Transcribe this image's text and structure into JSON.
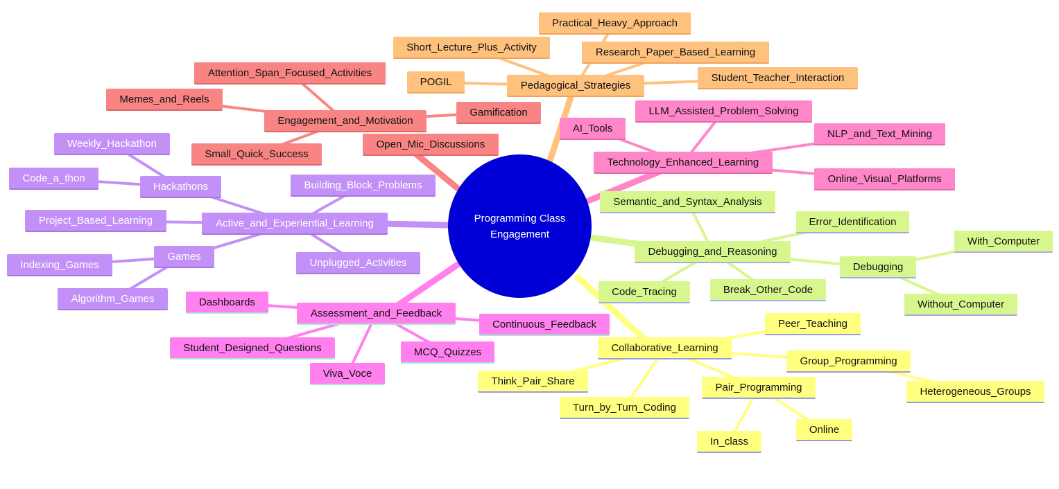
{
  "root": {
    "line1": "Programming Class",
    "line2": "Engagement",
    "color": "#0000d6"
  },
  "colors": {
    "orange": "#ffc27e",
    "red": "#f98484",
    "pink": "#ff86c9",
    "purple": "#c290f7",
    "lime": "#d7f78e",
    "yellow": "#ffff80",
    "magenta": "#ff80ee"
  },
  "branches": {
    "pedagogical": {
      "label": "Pedagogical_Strategies",
      "children": [
        "Practical_Heavy_Approach",
        "Short_Lecture_Plus_Activity",
        "Research_Paper_Based_Learning",
        "POGIL",
        "Student_Teacher_Interaction"
      ]
    },
    "engagement": {
      "label": "Engagement_and_Motivation",
      "children": [
        "Attention_Span_Focused_Activities",
        "Memes_and_Reels",
        "Gamification",
        "Small_Quick_Success",
        "Open_Mic_Discussions"
      ]
    },
    "technology": {
      "label": "Technology_Enhanced_Learning",
      "children": [
        "AI_Tools",
        "LLM_Assisted_Problem_Solving",
        "NLP_and_Text_Mining",
        "Online_Visual_Platforms"
      ]
    },
    "active": {
      "label": "Active_and_Experiential_Learning",
      "children": [
        "Hackathons",
        "Weekly_Hackathon",
        "Code_a_thon",
        "Building_Block_Problems",
        "Project_Based_Learning",
        "Games",
        "Indexing_Games",
        "Algorithm_Games",
        "Unplugged_Activities"
      ]
    },
    "debugging": {
      "label": "Debugging_and_Reasoning",
      "children": [
        "Semantic_and_Syntax_Analysis",
        "Error_Identification",
        "Debugging",
        "With_Computer",
        "Without_Computer",
        "Code_Tracing",
        "Break_Other_Code"
      ]
    },
    "assessment": {
      "label": "Assessment_and_Feedback",
      "children": [
        "Dashboards",
        "Continuous_Feedback",
        "Student_Designed_Questions",
        "MCQ_Quizzes",
        "Viva_Voce"
      ]
    },
    "collaborative": {
      "label": "Collaborative_Learning",
      "children": [
        "Peer_Teaching",
        "Group_Programming",
        "Heterogeneous_Groups",
        "Think_Pair_Share",
        "Pair_Programming",
        "Turn_by_Turn_Coding",
        "In_class",
        "Online"
      ]
    }
  }
}
